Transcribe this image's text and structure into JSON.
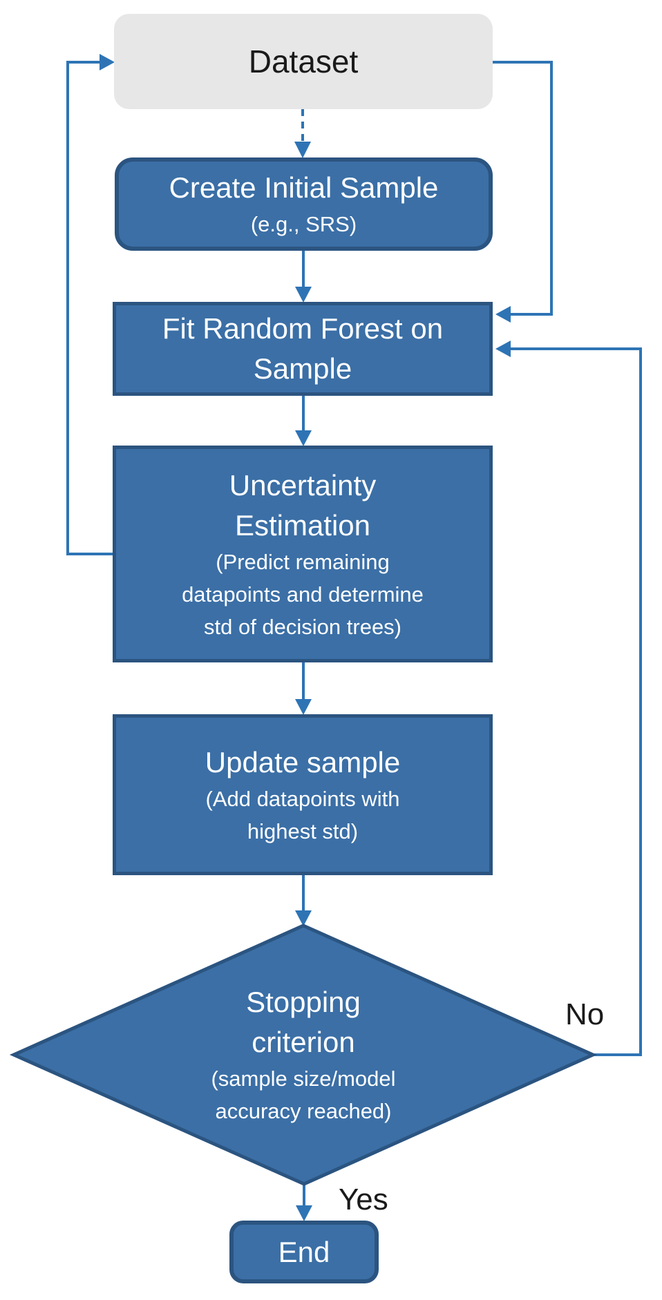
{
  "diagram": {
    "type": "flowchart",
    "colors": {
      "node_fill": "#3B6FA6",
      "node_border": "#2B5480",
      "connector": "#2E74B5",
      "dataset_fill": "#E7E7E7",
      "text_on_blue": "#FFFFFF",
      "text_dark": "#1A1A1A"
    },
    "nodes": {
      "dataset": {
        "label": "Dataset"
      },
      "create_sample": {
        "title": "Create Initial Sample",
        "subtitle": "(e.g., SRS)"
      },
      "fit_forest": {
        "title_line1": "Fit Random Forest on",
        "title_line2": "Sample"
      },
      "uncertainty": {
        "title_line1": "Uncertainty",
        "title_line2": "Estimation",
        "subtitle_line1": "(Predict remaining",
        "subtitle_line2": "datapoints and determine",
        "subtitle_line3": "std of decision trees)"
      },
      "update_sample": {
        "title": "Update sample",
        "subtitle_line1": "(Add datapoints with",
        "subtitle_line2": "highest std)"
      },
      "stopping_criterion": {
        "title_line1": "Stopping",
        "title_line2": "criterion",
        "subtitle_line1": "(sample size/model",
        "subtitle_line2": "accuracy reached)"
      },
      "end": {
        "label": "End"
      }
    },
    "edge_labels": {
      "yes": "Yes",
      "no": "No"
    }
  }
}
